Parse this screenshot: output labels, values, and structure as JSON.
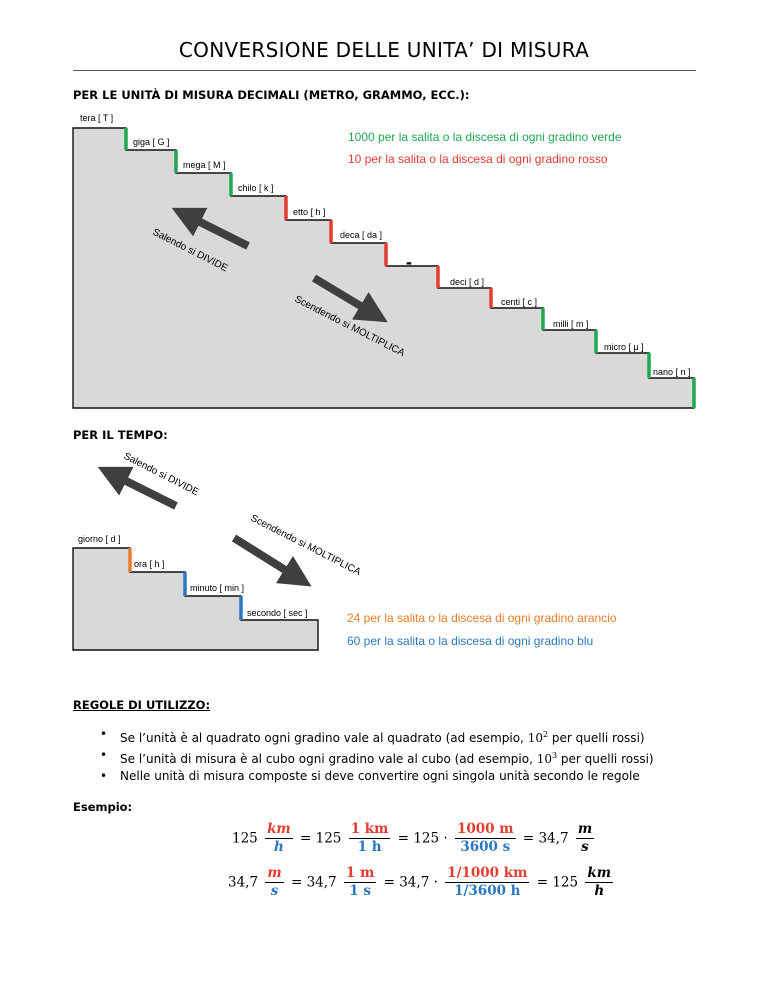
{
  "title": "CONVERSIONE DELLE UNITA’ DI MISURA",
  "section_decimal": "PER LE UNITÀ DI MISURA DECIMALI (METRO, GRAMMO, ECC.):",
  "section_time": "PER IL TEMPO:",
  "section_rules": "REGOLE DI UTILIZZO:",
  "section_example": "Esempio:",
  "decimal_diagram": {
    "legend_green": "1000 per la salita o la discesa di ogni gradino verde",
    "legend_red": "10 per la salita o la discesa di ogni gradino rosso",
    "arrow_up": "Salendo si DIVIDE",
    "arrow_down": "Scendendo si MOLTIPLICA",
    "dash": "-",
    "steps": [
      {
        "label": "tera [ T ]",
        "riser": "green"
      },
      {
        "label": "giga [ G ]",
        "riser": "green"
      },
      {
        "label": "mega [ M ]",
        "riser": "green"
      },
      {
        "label": "chilo [ k ]",
        "riser": "red"
      },
      {
        "label": "etto [ h ]",
        "riser": "red"
      },
      {
        "label": "deca [ da ]",
        "riser": "red"
      },
      {
        "label": "",
        "riser": "red"
      },
      {
        "label": "deci [ d ]",
        "riser": "red"
      },
      {
        "label": "centi [ c ]",
        "riser": "green"
      },
      {
        "label": "milli [ m ]",
        "riser": "green"
      },
      {
        "label": "micro [ μ ]",
        "riser": "green"
      },
      {
        "label": "nano [ n ]",
        "riser": "green"
      }
    ]
  },
  "time_diagram": {
    "legend_orange": "24 per la salita o la discesa di ogni gradino arancio",
    "legend_blue": "60 per la salita o la discesa di ogni gradino blu",
    "arrow_up": "Salendo si DIVIDE",
    "arrow_down": "Scendendo si MOLTIPLICA",
    "steps": [
      {
        "label": "giorno [ d ]",
        "riser": "orange"
      },
      {
        "label": "ora [ h ]",
        "riser": "blue"
      },
      {
        "label": "minuto [ min ]",
        "riser": "blue"
      },
      {
        "label": "secondo [ sec ]",
        "riser": ""
      }
    ]
  },
  "rules": [
    {
      "before": "Se l’unità è al quadrato ogni gradino vale al quadrato (ad esempio, ",
      "base": "10",
      "exp": "2",
      "after": " per quelli rossi)"
    },
    {
      "before": "Se l’unità di misura è al cubo ogni gradino vale al cubo (ad esempio, ",
      "base": "10",
      "exp": "3",
      "after": " per quelli rossi)"
    },
    {
      "before": "Nelle unità di misura composte si deve convertire ogni singola unità secondo le regole",
      "base": "",
      "exp": "",
      "after": ""
    }
  ],
  "example": {
    "line1": {
      "v1": "125",
      "f1_num": "km",
      "f1_den": "h",
      "eq": "=",
      "v2": "125",
      "f2_num": "1 km",
      "f2_den": "1 h",
      "v3": "125 ·",
      "f3_num": "1000 m",
      "f3_den": "3600 s",
      "v4": "34,7",
      "f4_num": "m",
      "f4_den": "s"
    },
    "line2": {
      "v1": "34,7",
      "f1_num": "m",
      "f1_den": "s",
      "eq": "=",
      "v2": "34,7",
      "f2_num": "1 m",
      "f2_den": "1 s",
      "v3": "34,7 ·",
      "f3_num": "1/1000 km",
      "f3_den": "1/3600 h",
      "v4": "125",
      "f4_num": "km",
      "f4_den": "h"
    }
  },
  "colors": {
    "green": "#1fa84f",
    "red": "#e53c2f",
    "orange": "#e87d2b",
    "blue": "#2a78c2",
    "stair_fill": "#d9d9d9",
    "arrow": "#3f3f3f"
  }
}
